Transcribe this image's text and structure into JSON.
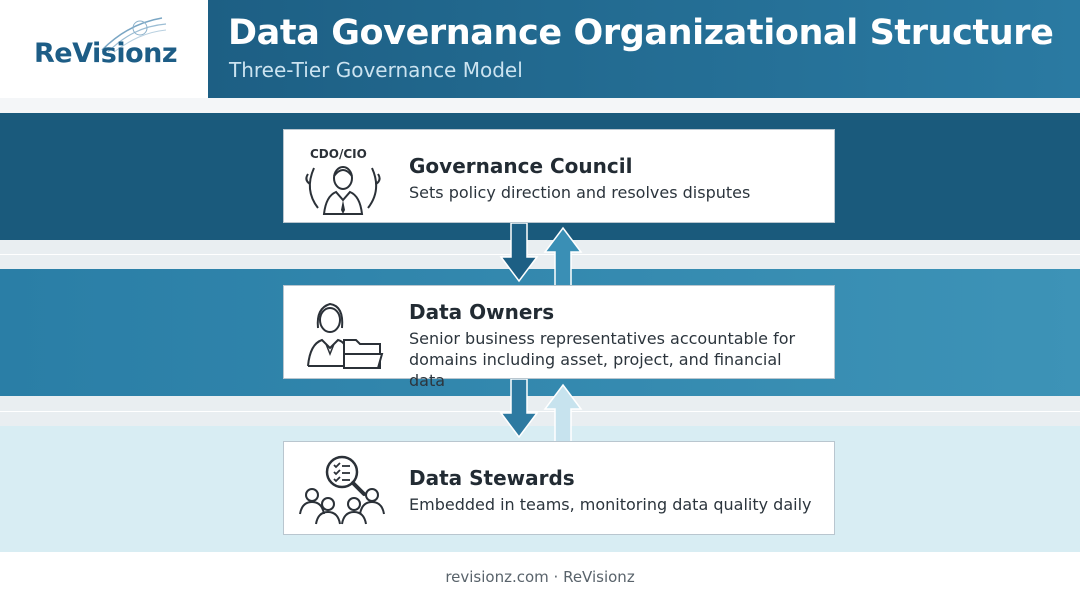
{
  "brand": {
    "logo_text": "ReVisionz"
  },
  "header": {
    "title": "Data Governance Organizational Structure",
    "subtitle": "Three-Tier Governance Model"
  },
  "tiers": [
    {
      "icon": "executive-icon",
      "icon_label": "CDO/CIO",
      "heading": "Governance Council",
      "description": "Sets policy direction and resolves disputes"
    },
    {
      "icon": "owner-with-folder-icon",
      "heading": "Data Owners",
      "description": "Senior business representatives accountable for domains including asset, project, and financial data"
    },
    {
      "icon": "team-with-magnifier-icon",
      "heading": "Data Stewards",
      "description": "Embedded in teams, monitoring data quality daily"
    }
  ],
  "colors": {
    "header": "#1d5f84",
    "tier1_band": "#1a5a7c",
    "tier2_band": "#2a7ea6",
    "tier3_band": "#d8edf3",
    "arrow_down": "#1d5f84",
    "arrow_up": "#3a93b9"
  },
  "footer": {
    "text": "revisionz.com · ReVisionz"
  }
}
